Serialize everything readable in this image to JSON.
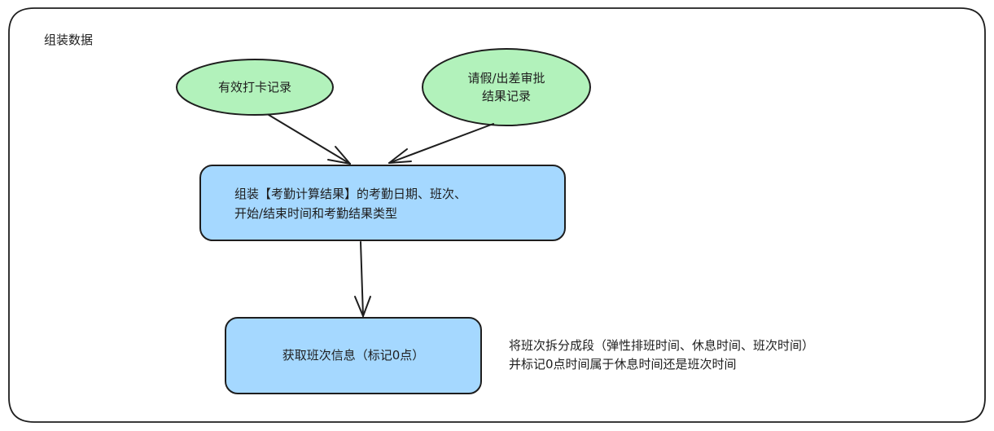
{
  "diagram": {
    "title": "组装数据",
    "nodes": {
      "valid_punch": "有效打卡记录",
      "approval_line1": "请假/出差审批",
      "approval_line2": "结果记录",
      "assemble_line1": "组装【考勤计算结果】的考勤日期、班次、",
      "assemble_line2": "开始/结束时间和考勤结果类型",
      "get_shift": "获取班次信息（标记0点）"
    },
    "note": {
      "line1": "将班次拆分成段（弹性排班时间、休息时间、班次时间）",
      "line2": "并标记0点时间属于休息时间还是班次时间"
    },
    "colors": {
      "ellipse_fill": "#b2f2bb",
      "rect_fill": "#a5d8ff",
      "stroke": "#1e1e1e"
    }
  }
}
